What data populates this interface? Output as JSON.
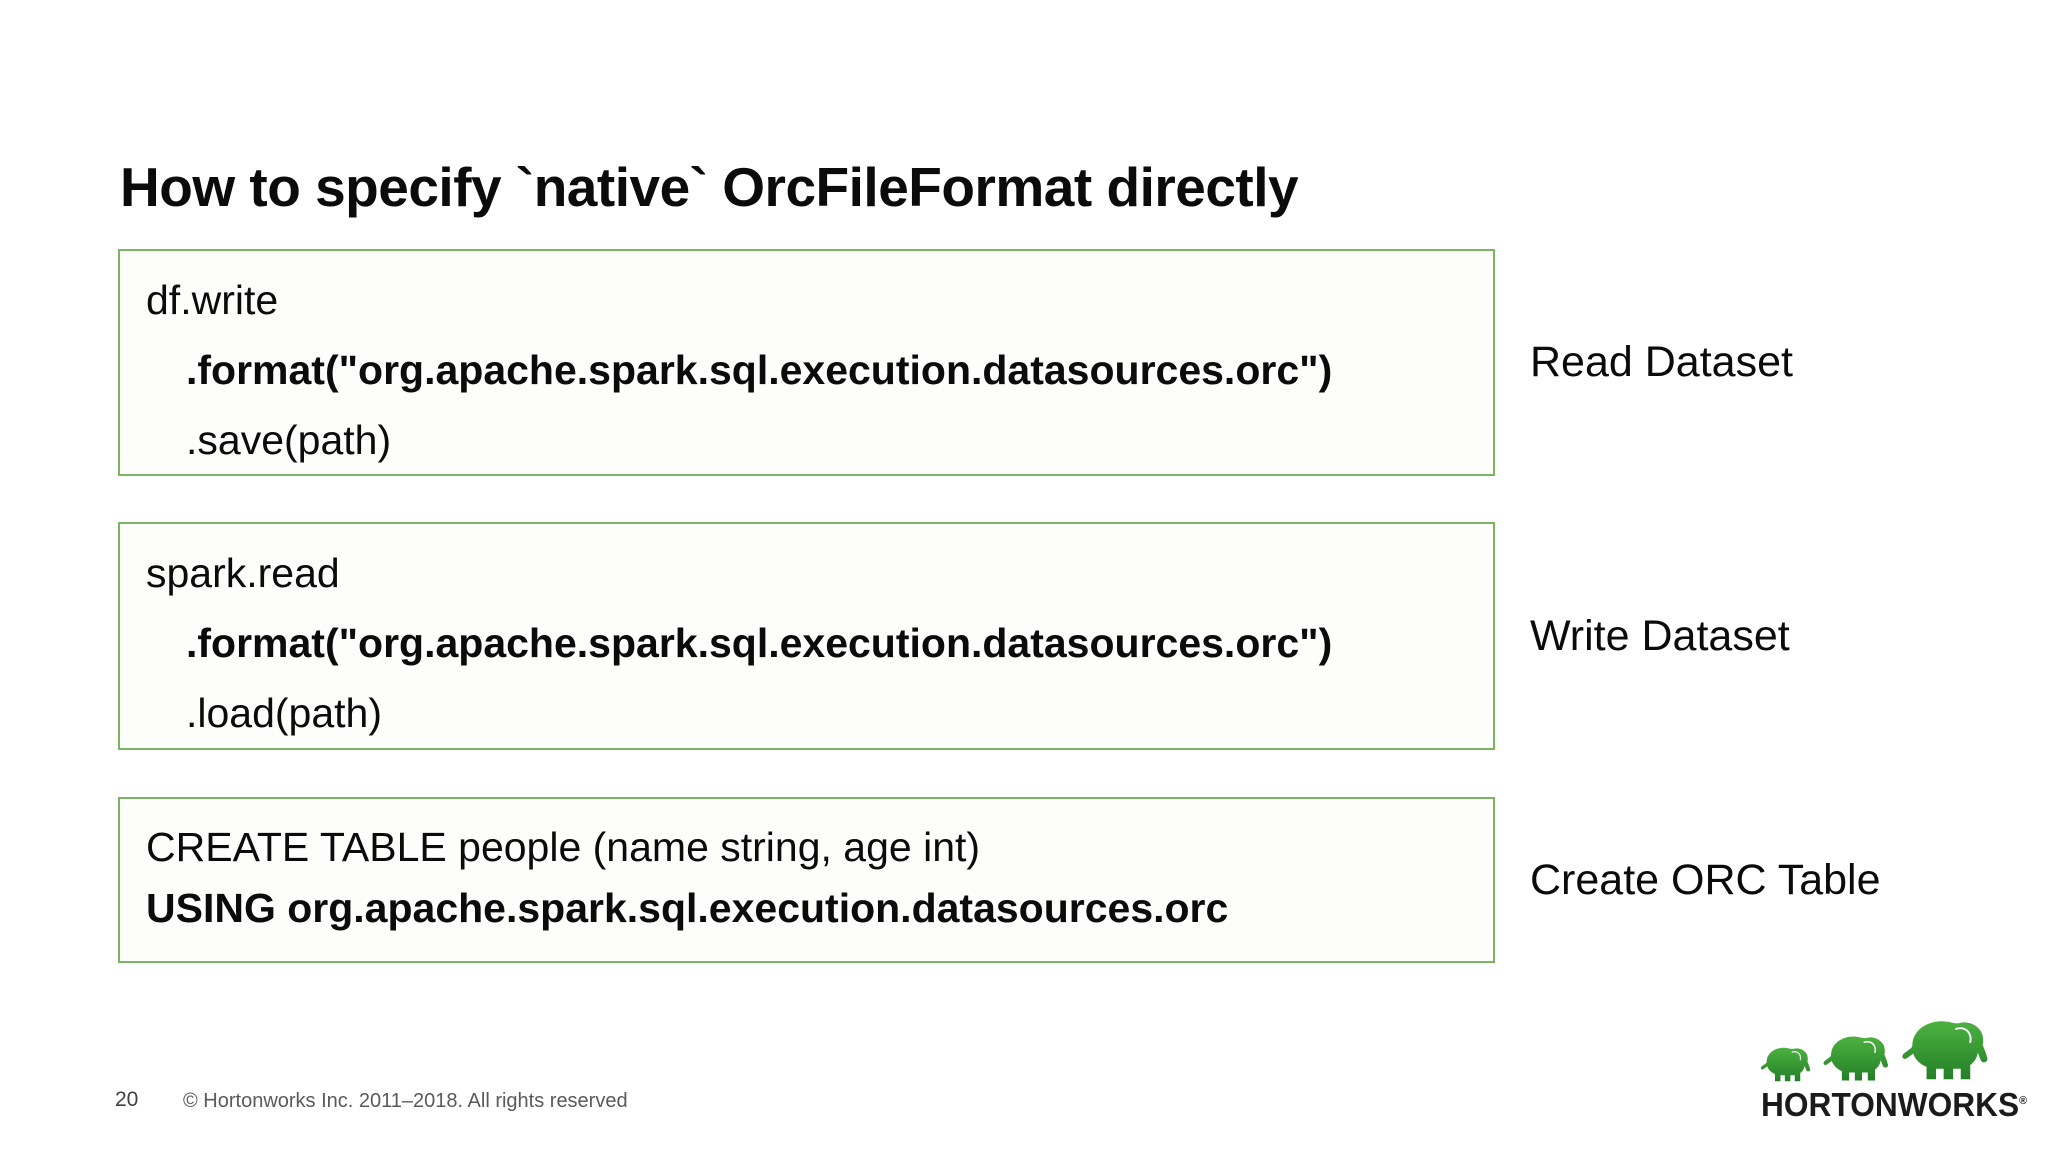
{
  "slide": {
    "title": "How to specify `native` OrcFileFormat directly",
    "blocks": [
      {
        "label": "Read Dataset",
        "lines": [
          "df.write",
          ".format(\"org.apache.spark.sql.execution.datasources.orc\")",
          ".save(path)"
        ]
      },
      {
        "label": "Write Dataset",
        "lines": [
          "spark.read",
          ".format(\"org.apache.spark.sql.execution.datasources.orc\")",
          ".load(path)"
        ]
      },
      {
        "label": "Create ORC Table",
        "lines": [
          "CREATE TABLE people (name string, age int)",
          "USING org.apache.spark.sql.execution.datasources.orc"
        ]
      }
    ],
    "footer": {
      "page_number": "20",
      "copyright": "© Hortonworks Inc. 2011–2018. All rights reserved"
    },
    "logo": {
      "wordmark": "HORTONWORKS",
      "registered_mark": "®"
    },
    "colors": {
      "box_border_green": "#7cb562",
      "text_black": "#0b0b0b",
      "footer_gray": "#595959",
      "elephant_green_light": "#4cb140",
      "elephant_green_dark": "#257f28",
      "wordmark_black": "#1b1b1b"
    }
  }
}
